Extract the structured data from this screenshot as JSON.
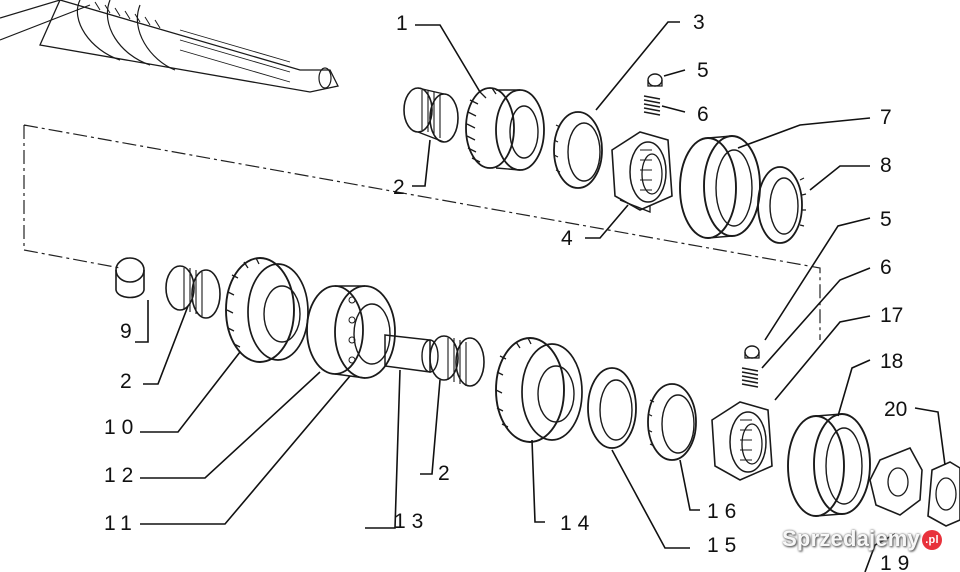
{
  "diagram": {
    "callouts": [
      "1",
      "2",
      "3",
      "4",
      "5",
      "6",
      "7",
      "8",
      "9",
      "2",
      "10",
      "12",
      "11",
      "13",
      "2",
      "14",
      "15",
      "16",
      "5",
      "6",
      "17",
      "18",
      "20",
      "19"
    ]
  },
  "watermark": {
    "brand": "Sprzedajemy",
    "badge": ".pl"
  },
  "colors": {
    "ink": "#111111",
    "paper": "#ffffff",
    "badge": "#e8323c"
  }
}
